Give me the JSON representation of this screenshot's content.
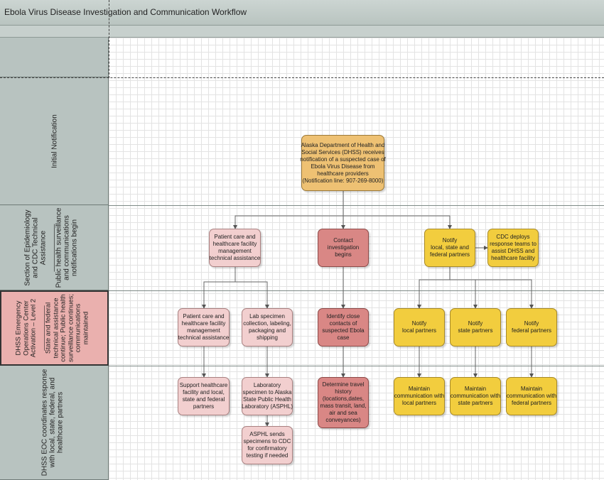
{
  "title": "Ebola Virus Disease Investigation and Communication Workflow",
  "lanes": {
    "initial": "Initial Notification",
    "epi": "Section of Epidemiology\nand CDC Technical\nAssistance\n____________\nPublic health surveillance\nand communications\nnotifications begin",
    "eoc": "DHSS Emergency\nOperations Center\nActivation – Level 2\n____________\nState and federal\ntechnical assistance\ncontinue; Public health\nsurveillance continues;\ncommunications\nmaintained",
    "coord": "DHSS EOC coordinates response\nwith local, state, federal, and\nhealthcare partners"
  },
  "nodes": {
    "dhss": "Alaska Department of Health and\nSocial Services (DHSS) receives\nnotification of a suspected case of\nEbola Virus Disease from\nhealthcare providers\n(Notification line: 907-269-8000)",
    "patient1": "Patient care and\nhealthcare facility\nmanagement\ntechnical assistance",
    "contact": "Contact\ninvestigation\nbegins",
    "notify_all": "Notify\nlocal, state and\nfederal partners",
    "cdc": "CDC deploys\nresponse teams to\nassist DHSS and\nhealthcare facility",
    "patient2": "Patient care and\nhealthcare facility\nmanagement\ntechnical assistance",
    "lab": "Lab specimen\ncollection, labeling,\npackaging and\nshipping",
    "identify": "Identify close\ncontacts of\nsuspected Ebola\ncase",
    "notify_local": "Notify\nlocal partners",
    "notify_state": "Notify\nstate partners",
    "notify_federal": "Notify\nfederal partners",
    "support": "Support healthcare\nfacility and local,\nstate and federal\npartners",
    "asphl": "Laboratory\nspecimen to Alaska\nState Public Health\nLaboratory (ASPHL)",
    "travel": "Determine travel\nhistory\n(locations,dates,\nmass transit, land,\nair and sea\nconveyances)",
    "maint_local": "Maintain\ncommunication with\nlocal partners",
    "maint_state": "Maintain\ncommunication with\nstate partners",
    "maint_federal": "Maintain\ncommunication with\nfederal partners",
    "cdc_send": "ASPHL sends\nspecimens to CDC\nfor confirmatory\ntesting if needed"
  }
}
